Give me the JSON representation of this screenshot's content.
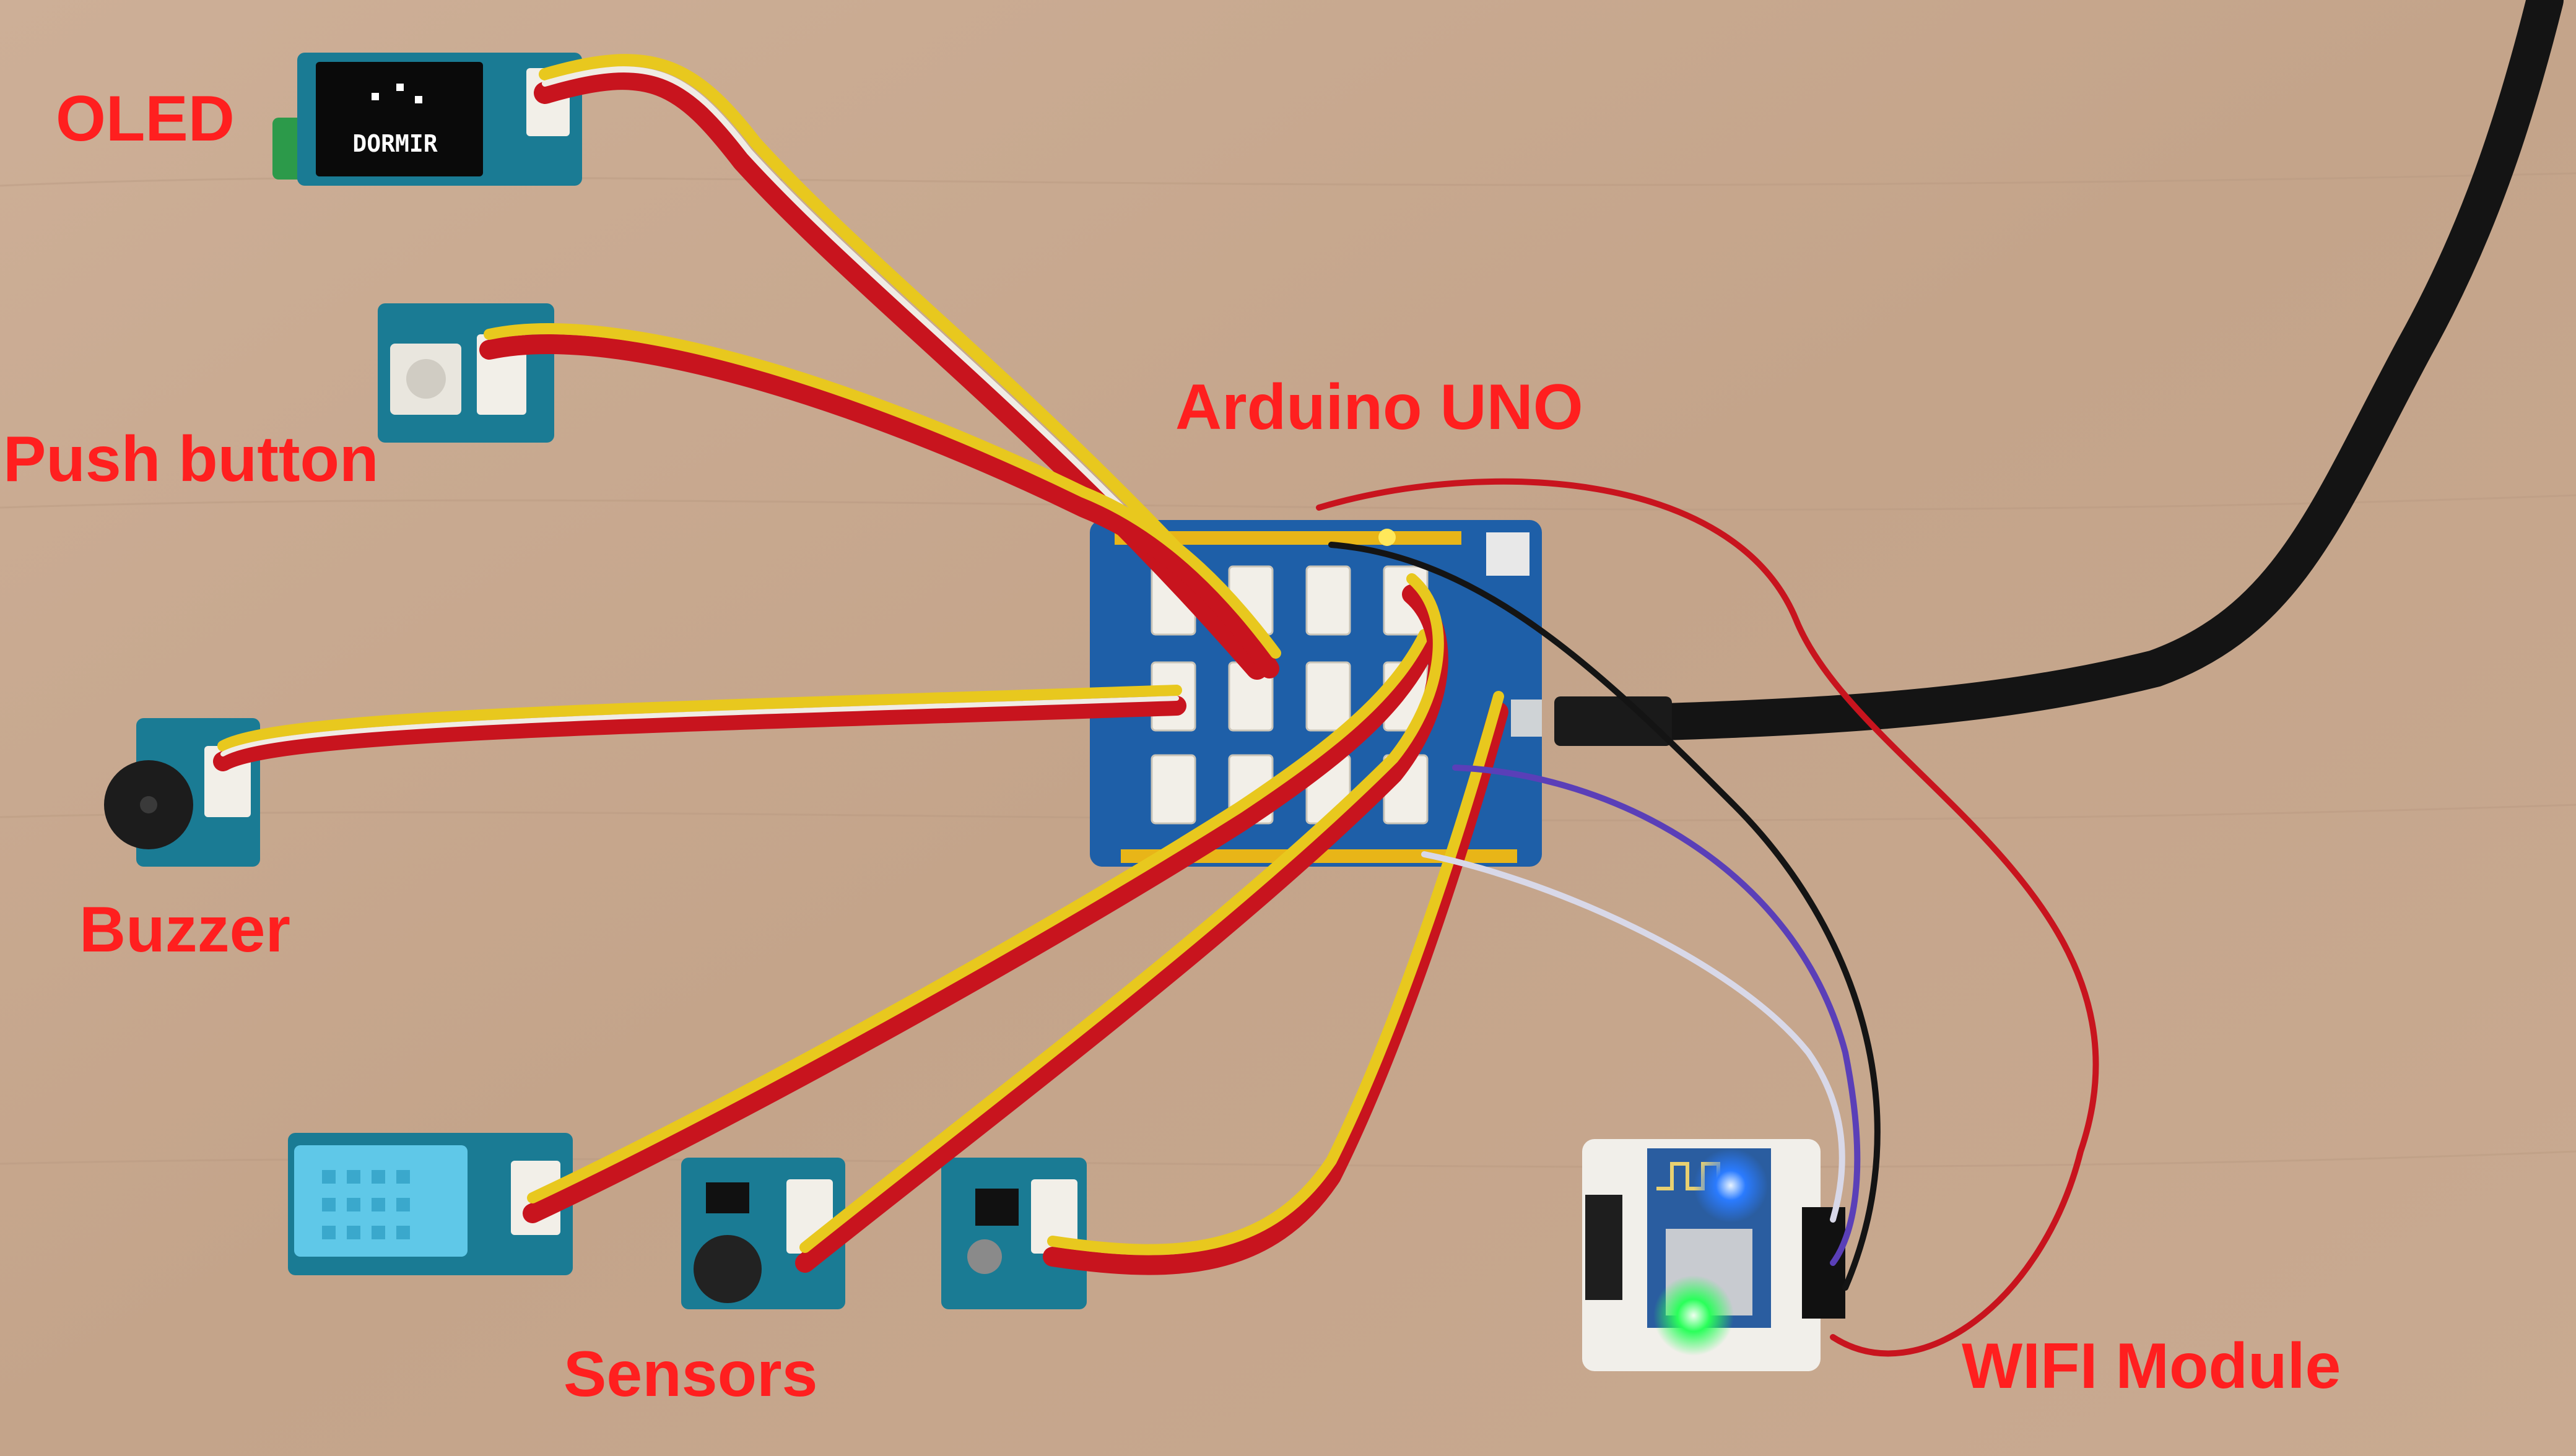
{
  "labels": {
    "oled": "OLED",
    "push_button": "Push button",
    "buzzer": "Buzzer",
    "arduino": "Arduino UNO",
    "sensors": "Sensors",
    "wifi": "WIFI Module"
  },
  "oled_display_text": "DORMIR",
  "colors": {
    "label": "#ff1f1f",
    "table": "#c7a88f",
    "board": "#1e5fa8",
    "module": "#1a7b94",
    "cable_yellow": "#e8c81e",
    "cable_red": "#c8141e",
    "cable_black": "#1a1a1a",
    "cable_white": "#f0ece4"
  }
}
